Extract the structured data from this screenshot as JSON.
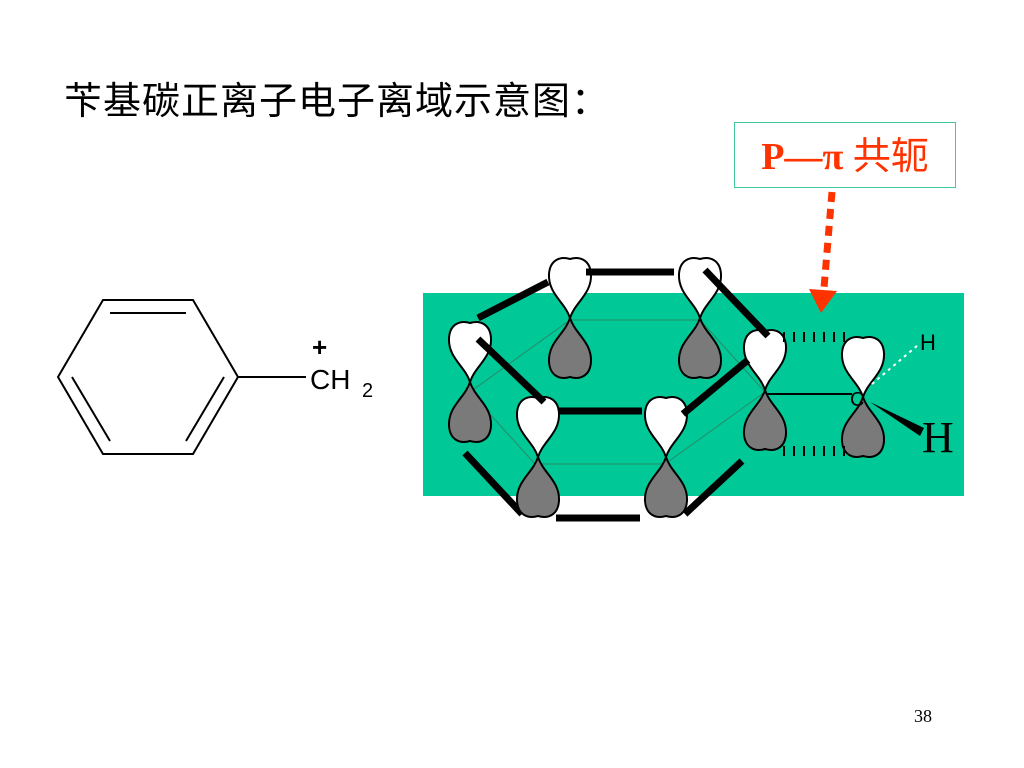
{
  "slide": {
    "title": "苄基碳正离子电子离域示意图：",
    "page_number": "38"
  },
  "callout": {
    "p_text": "P—",
    "pi_text": "π ",
    "cjk_text": "共轭"
  },
  "structure": {
    "charge": "+",
    "group_main": "CH",
    "group_sub": "2"
  },
  "orbital_diagram": {
    "carbon_label": "C",
    "h_small": "H",
    "h_large": "H",
    "colors": {
      "plane": "#00c896",
      "lobe_top": "#ffffff",
      "lobe_bottom": "#7a7a7a",
      "arrow": "#ff3300"
    }
  }
}
